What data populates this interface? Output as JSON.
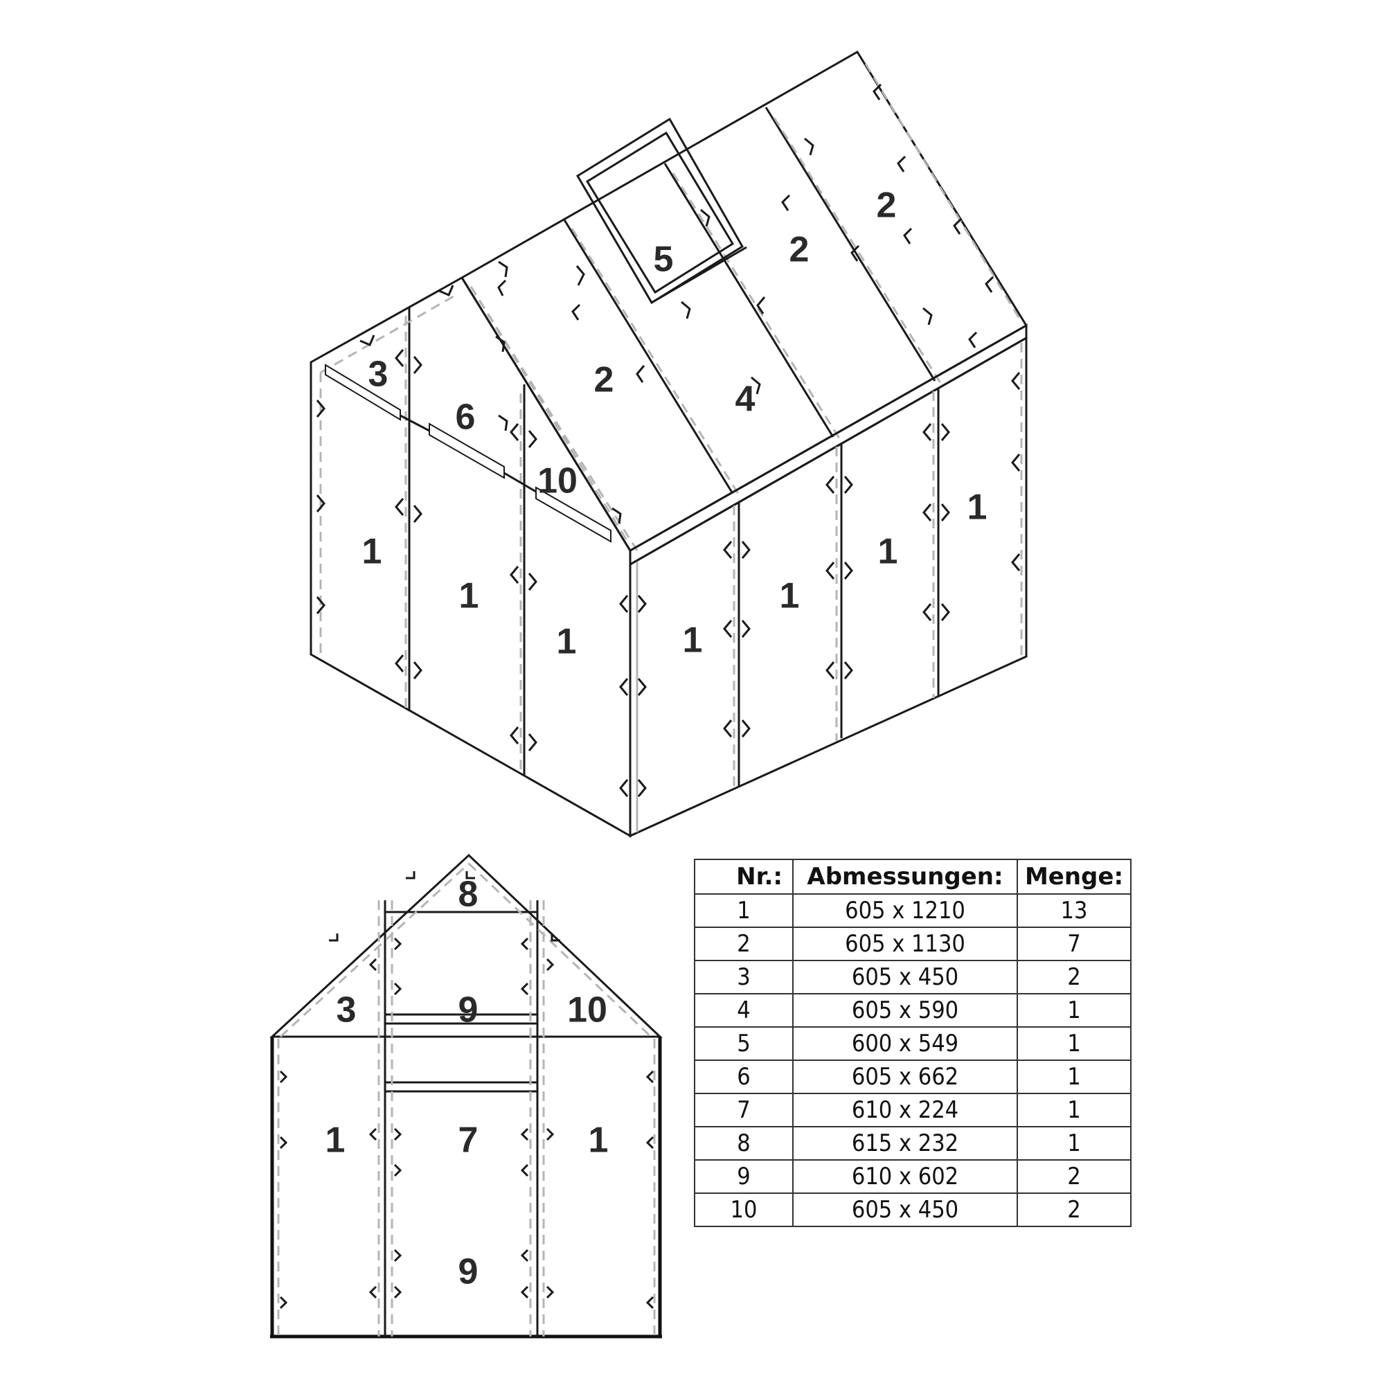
{
  "iso_view": {
    "labels": {
      "gable_3": "3",
      "gable_6": "6",
      "gable_10": "10",
      "roof_2a": "2",
      "roof_2b": "2",
      "roof_2c": "2",
      "roof_4": "4",
      "roof_5": "5",
      "front_1a": "1",
      "front_1b": "1",
      "front_1c": "1",
      "side_1a": "1",
      "side_1b": "1",
      "side_1c": "1",
      "side_1d": "1"
    }
  },
  "front_view": {
    "labels": {
      "panel_8": "8",
      "panel_9_top": "9",
      "panel_7": "7",
      "panel_9_bottom": "9",
      "panel_3": "3",
      "panel_10": "10",
      "panel_1_left": "1",
      "panel_1_right": "1"
    }
  },
  "parts_table": {
    "headers": [
      "Nr.:",
      "Abmessungen:",
      "Menge:"
    ],
    "rows": [
      {
        "nr": "1",
        "size": "605 x 1210",
        "qty": "13"
      },
      {
        "nr": "2",
        "size": "605 x 1130",
        "qty": "7"
      },
      {
        "nr": "3",
        "size": "605 x 450",
        "qty": "2"
      },
      {
        "nr": "4",
        "size": "605 x 590",
        "qty": "1"
      },
      {
        "nr": "5",
        "size": "600 x 549",
        "qty": "1"
      },
      {
        "nr": "6",
        "size": "605 x 662",
        "qty": "1"
      },
      {
        "nr": "7",
        "size": "610 x 224",
        "qty": "1"
      },
      {
        "nr": "8",
        "size": "615 x 232",
        "qty": "1"
      },
      {
        "nr": "9",
        "size": "610 x 602",
        "qty": "2"
      },
      {
        "nr": "10",
        "size": "605 x 450",
        "qty": "2"
      }
    ]
  }
}
